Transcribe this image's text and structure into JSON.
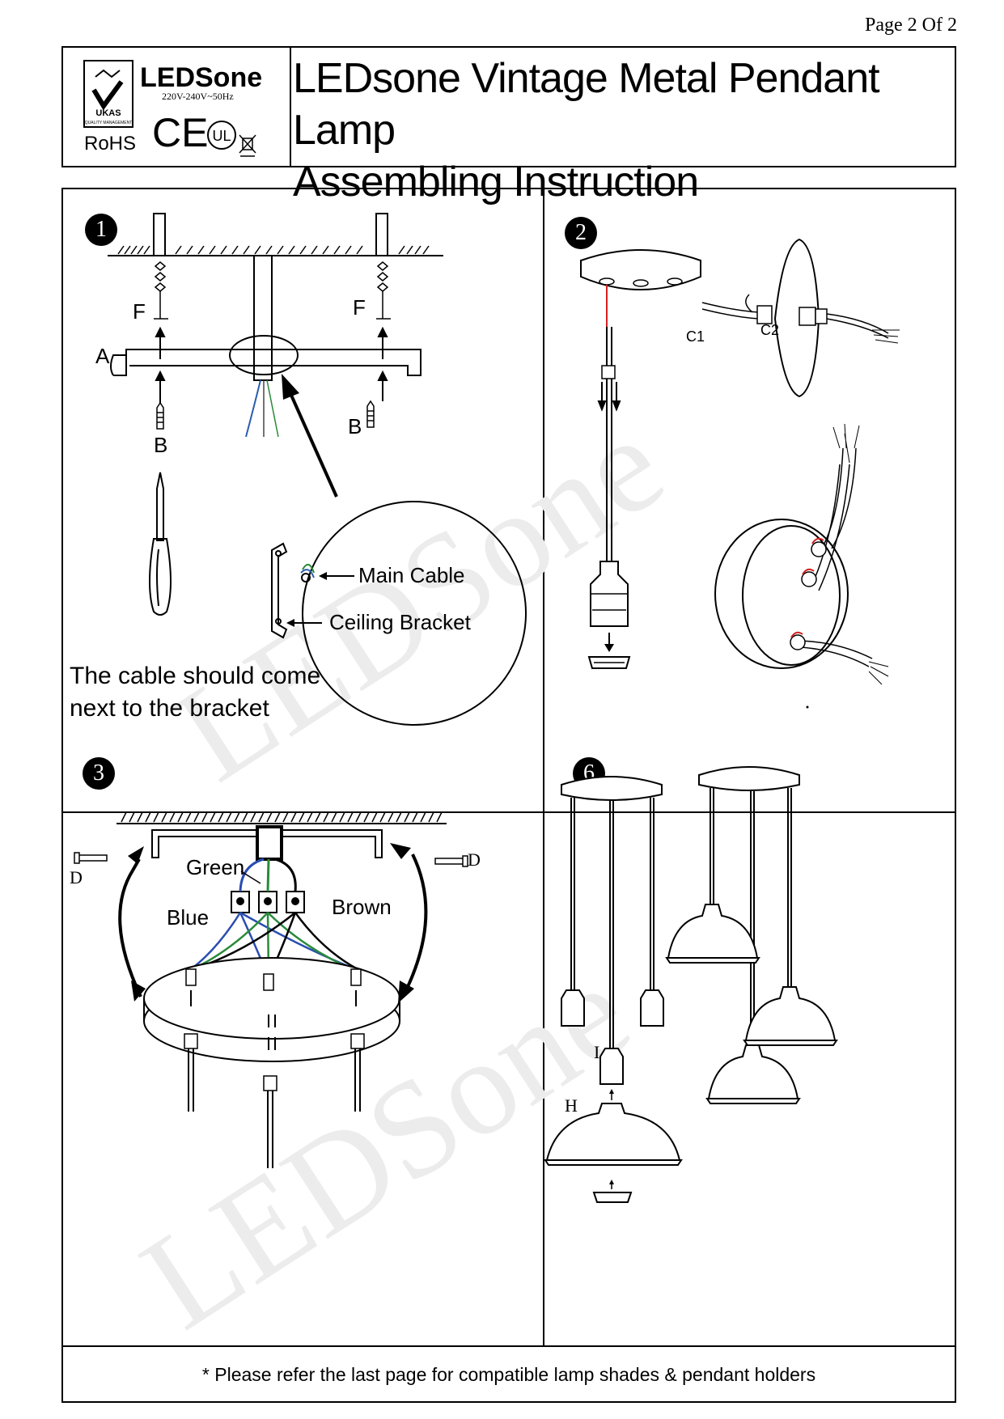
{
  "page_number": "Page 2 Of 2",
  "header": {
    "title_line1": "LEDsone Vintage Metal Pendant Lamp",
    "title_line2": "Assembling Instruction",
    "brand": "LEDSone",
    "voltage": "220V-240V~50Hz",
    "ukas_text": "UKAS",
    "ukas_sub": "QUALITY MANAGEMENT",
    "rohs": "RoHS",
    "ce": "CE",
    "ul": "UL"
  },
  "steps": [
    {
      "number": "1",
      "labels": {
        "a": "A",
        "b_left": "B",
        "b_right": "B",
        "f_left": "F",
        "f_right": "F"
      },
      "callouts": {
        "main_cable": "Main Cable",
        "ceiling_bracket": "Ceiling Bracket"
      },
      "note_line1": "The cable should come",
      "note_line2": "next to the bracket"
    },
    {
      "number": "2",
      "labels": {
        "c1": "C1",
        "c2": "C2"
      }
    },
    {
      "number": "3",
      "labels": {
        "d_left": "D",
        "d_right": "D",
        "green": "Green",
        "blue": "Blue",
        "brown": "Brown"
      }
    },
    {
      "number": "6",
      "labels": {
        "i": "I",
        "h": "H"
      }
    }
  ],
  "footer_note": "* Please refer the last page for compatible lamp shades & pendant holders",
  "watermark": "LEDSone"
}
